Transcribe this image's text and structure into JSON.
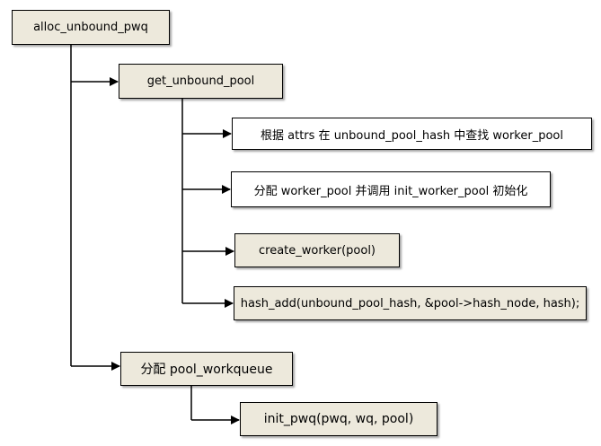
{
  "nodes": {
    "alloc_unbound_pwq": "alloc_unbound_pwq",
    "get_unbound_pool": "get_unbound_pool",
    "lookup_hash": "根据 attrs 在 unbound_pool_hash 中查找 worker_pool",
    "alloc_worker_pool": "分配 worker_pool 并调用 init_worker_pool 初始化",
    "create_worker": "create_worker(pool)",
    "hash_add": "hash_add(unbound_pool_hash, &pool->hash_node, hash);",
    "alloc_pool_workqueue": "分配 pool_workqueue",
    "init_pwq": "init_pwq(pwq, wq, pool)"
  },
  "colors": {
    "box_fill": "#ede9dc",
    "box_fill_white": "#ffffff",
    "line": "#000000"
  }
}
